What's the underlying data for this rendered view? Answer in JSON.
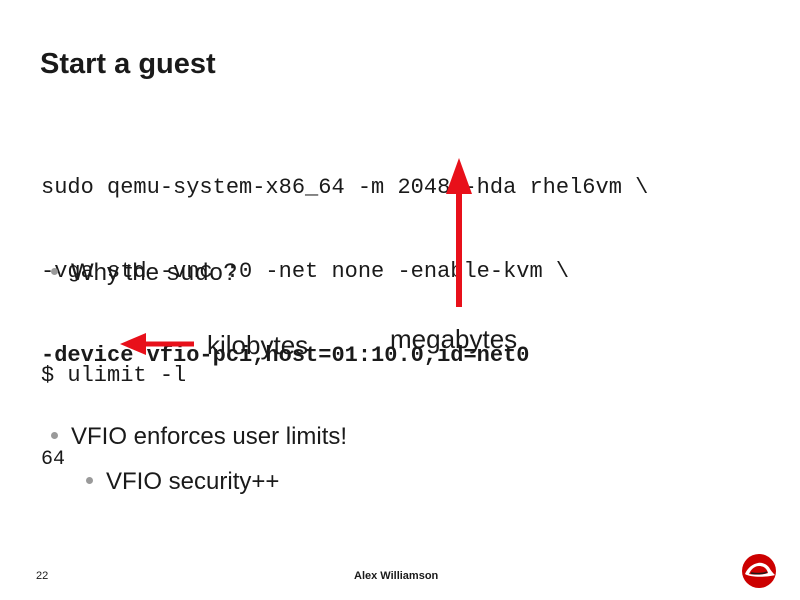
{
  "slide": {
    "title": "Start a guest",
    "command_lines": [
      "sudo qemu-system-x86_64 -m 2048 -hda rhel6vm \\",
      "-vga std -vnc :0 -net none -enable-kvm \\",
      "-device vfio-pci,host=01:10.0,id=net0"
    ],
    "bullets": {
      "why_prefix": "Why the ",
      "why_code": "sudo",
      "why_suffix": "?",
      "vfio_limits": "VFIO enforces user limits!",
      "vfio_security": "VFIO security++"
    },
    "terminal": {
      "prompt": "$ ulimit -l",
      "output": "64"
    },
    "annotations": {
      "kilobytes": "kilobytes",
      "megabytes": "megabytes"
    },
    "footer": {
      "page_number": "22",
      "author": "Alex Williamson"
    },
    "colors": {
      "arrow": "#e8101a",
      "logo": "#cc0000",
      "bullet": "#9a9a9a",
      "text": "#1a1a1a"
    },
    "icons": {
      "logo": "red-hat-shadowman-icon"
    }
  }
}
